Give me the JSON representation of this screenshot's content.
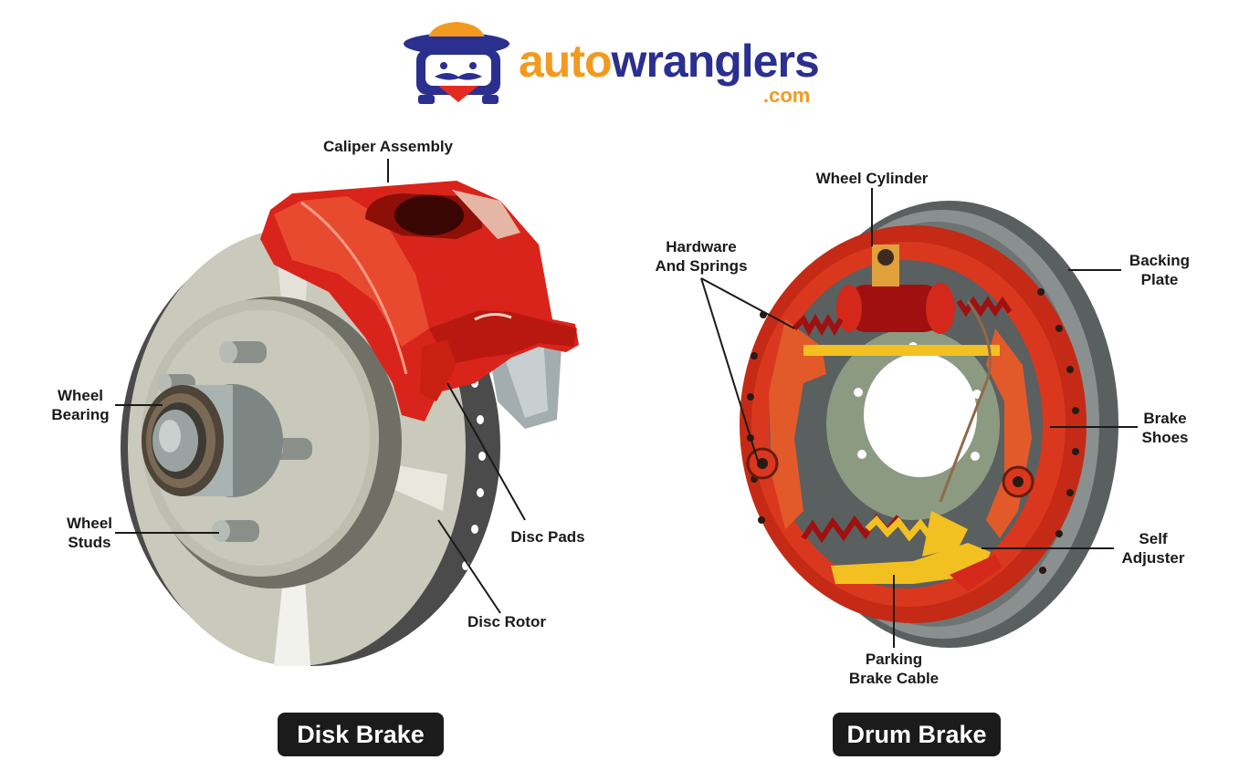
{
  "logo": {
    "part1": "auto",
    "part2": "wranglers",
    "suffix": ".com",
    "colors": {
      "orange": "#f29a1f",
      "navy": "#2b2f8f",
      "red": "#e52b20"
    }
  },
  "disk_brake": {
    "title": "Disk Brake",
    "labels": {
      "caliper": "Caliper Assembly",
      "bearing_1": "Wheel",
      "bearing_2": "Bearing",
      "studs_1": "Wheel",
      "studs_2": "Studs",
      "pads": "Disc Pads",
      "rotor": "Disc Rotor"
    }
  },
  "drum_brake": {
    "title": "Drum Brake",
    "labels": {
      "cylinder": "Wheel Cylinder",
      "hardware_1": "Hardware",
      "hardware_2": "And Springs",
      "backing_1": "Backing",
      "backing_2": "Plate",
      "shoes_1": "Brake",
      "shoes_2": "Shoes",
      "adjuster_1": "Self",
      "adjuster_2": "Adjuster",
      "cable_1": "Parking",
      "cable_2": "Brake Cable"
    }
  },
  "colors": {
    "caliper_red": "#d8241b",
    "rotor_grey": "#c9c9bc",
    "drum_red": "#d9381e",
    "hub_grey": "#8a8f8f",
    "badge_bg": "#1b1b1b"
  }
}
